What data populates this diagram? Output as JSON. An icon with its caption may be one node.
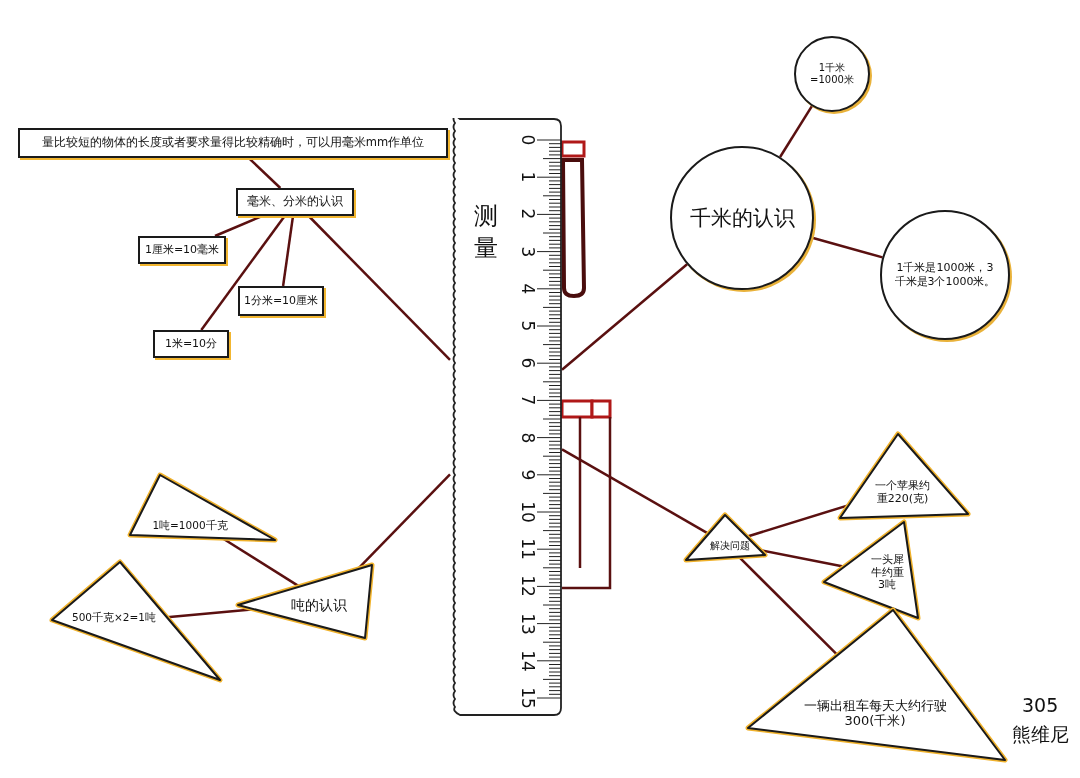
{
  "diagram": {
    "nodes": [
      {
        "text": [
          "测量"
        ]
      },
      {
        "text": [
          "量比较短的物体的长度或者要求量得比较精确时，可以用毫米mm作单位"
        ]
      },
      {
        "text": [
          "毫米、分米的认识"
        ]
      },
      {
        "text": [
          "1厘米=10毫米"
        ]
      },
      {
        "text": [
          "1分米=10厘米"
        ]
      },
      {
        "text": [
          "1米=10分"
        ]
      },
      {
        "text": [
          "千米的认识"
        ]
      },
      {
        "text": [
          "1千米=1000米"
        ]
      },
      {
        "text": [
          "1千米是1000米，3千米是3个1000米。"
        ]
      },
      {
        "text": [
          "吨的认识"
        ]
      },
      {
        "text": [
          "1吨=1000千克"
        ]
      },
      {
        "text": [
          "500千克×2=1吨"
        ]
      },
      {
        "text": [
          "解决问题"
        ]
      },
      {
        "text": [
          "一个苹果约重220(克)"
        ]
      },
      {
        "text": [
          "一头犀牛约重3吨"
        ]
      },
      {
        "text": [
          "一辆出租车每天大约行驶300(千米)"
        ]
      }
    ],
    "edges": [
      {
        "from": 0,
        "to": 2,
        "arrow": "none"
      },
      {
        "from": 2,
        "to": 1,
        "arrow": "none"
      },
      {
        "from": 2,
        "to": 3,
        "arrow": "none"
      },
      {
        "from": 2,
        "to": 5,
        "arrow": "none"
      },
      {
        "from": 2,
        "to": 4,
        "arrow": "none"
      },
      {
        "from": 0,
        "to": 6,
        "arrow": "none"
      },
      {
        "from": 6,
        "to": 7,
        "arrow": "none"
      },
      {
        "from": 6,
        "to": 8,
        "arrow": "none"
      },
      {
        "from": 0,
        "to": 9,
        "arrow": "none"
      },
      {
        "from": 9,
        "to": 10,
        "arrow": "none"
      },
      {
        "from": 9,
        "to": 11,
        "arrow": "none"
      },
      {
        "from": 0,
        "to": 12,
        "arrow": "none"
      },
      {
        "from": 12,
        "to": 13,
        "arrow": "none"
      },
      {
        "from": 12,
        "to": 14,
        "arrow": "none"
      },
      {
        "from": 12,
        "to": 15,
        "arrow": "none"
      }
    ],
    "labels": [
      "0",
      "1",
      "2",
      "3",
      "4",
      "5",
      "6",
      "7",
      "8",
      "9",
      "10",
      "11",
      "12",
      "13",
      "14",
      "15",
      "305",
      "熊维尼"
    ]
  }
}
